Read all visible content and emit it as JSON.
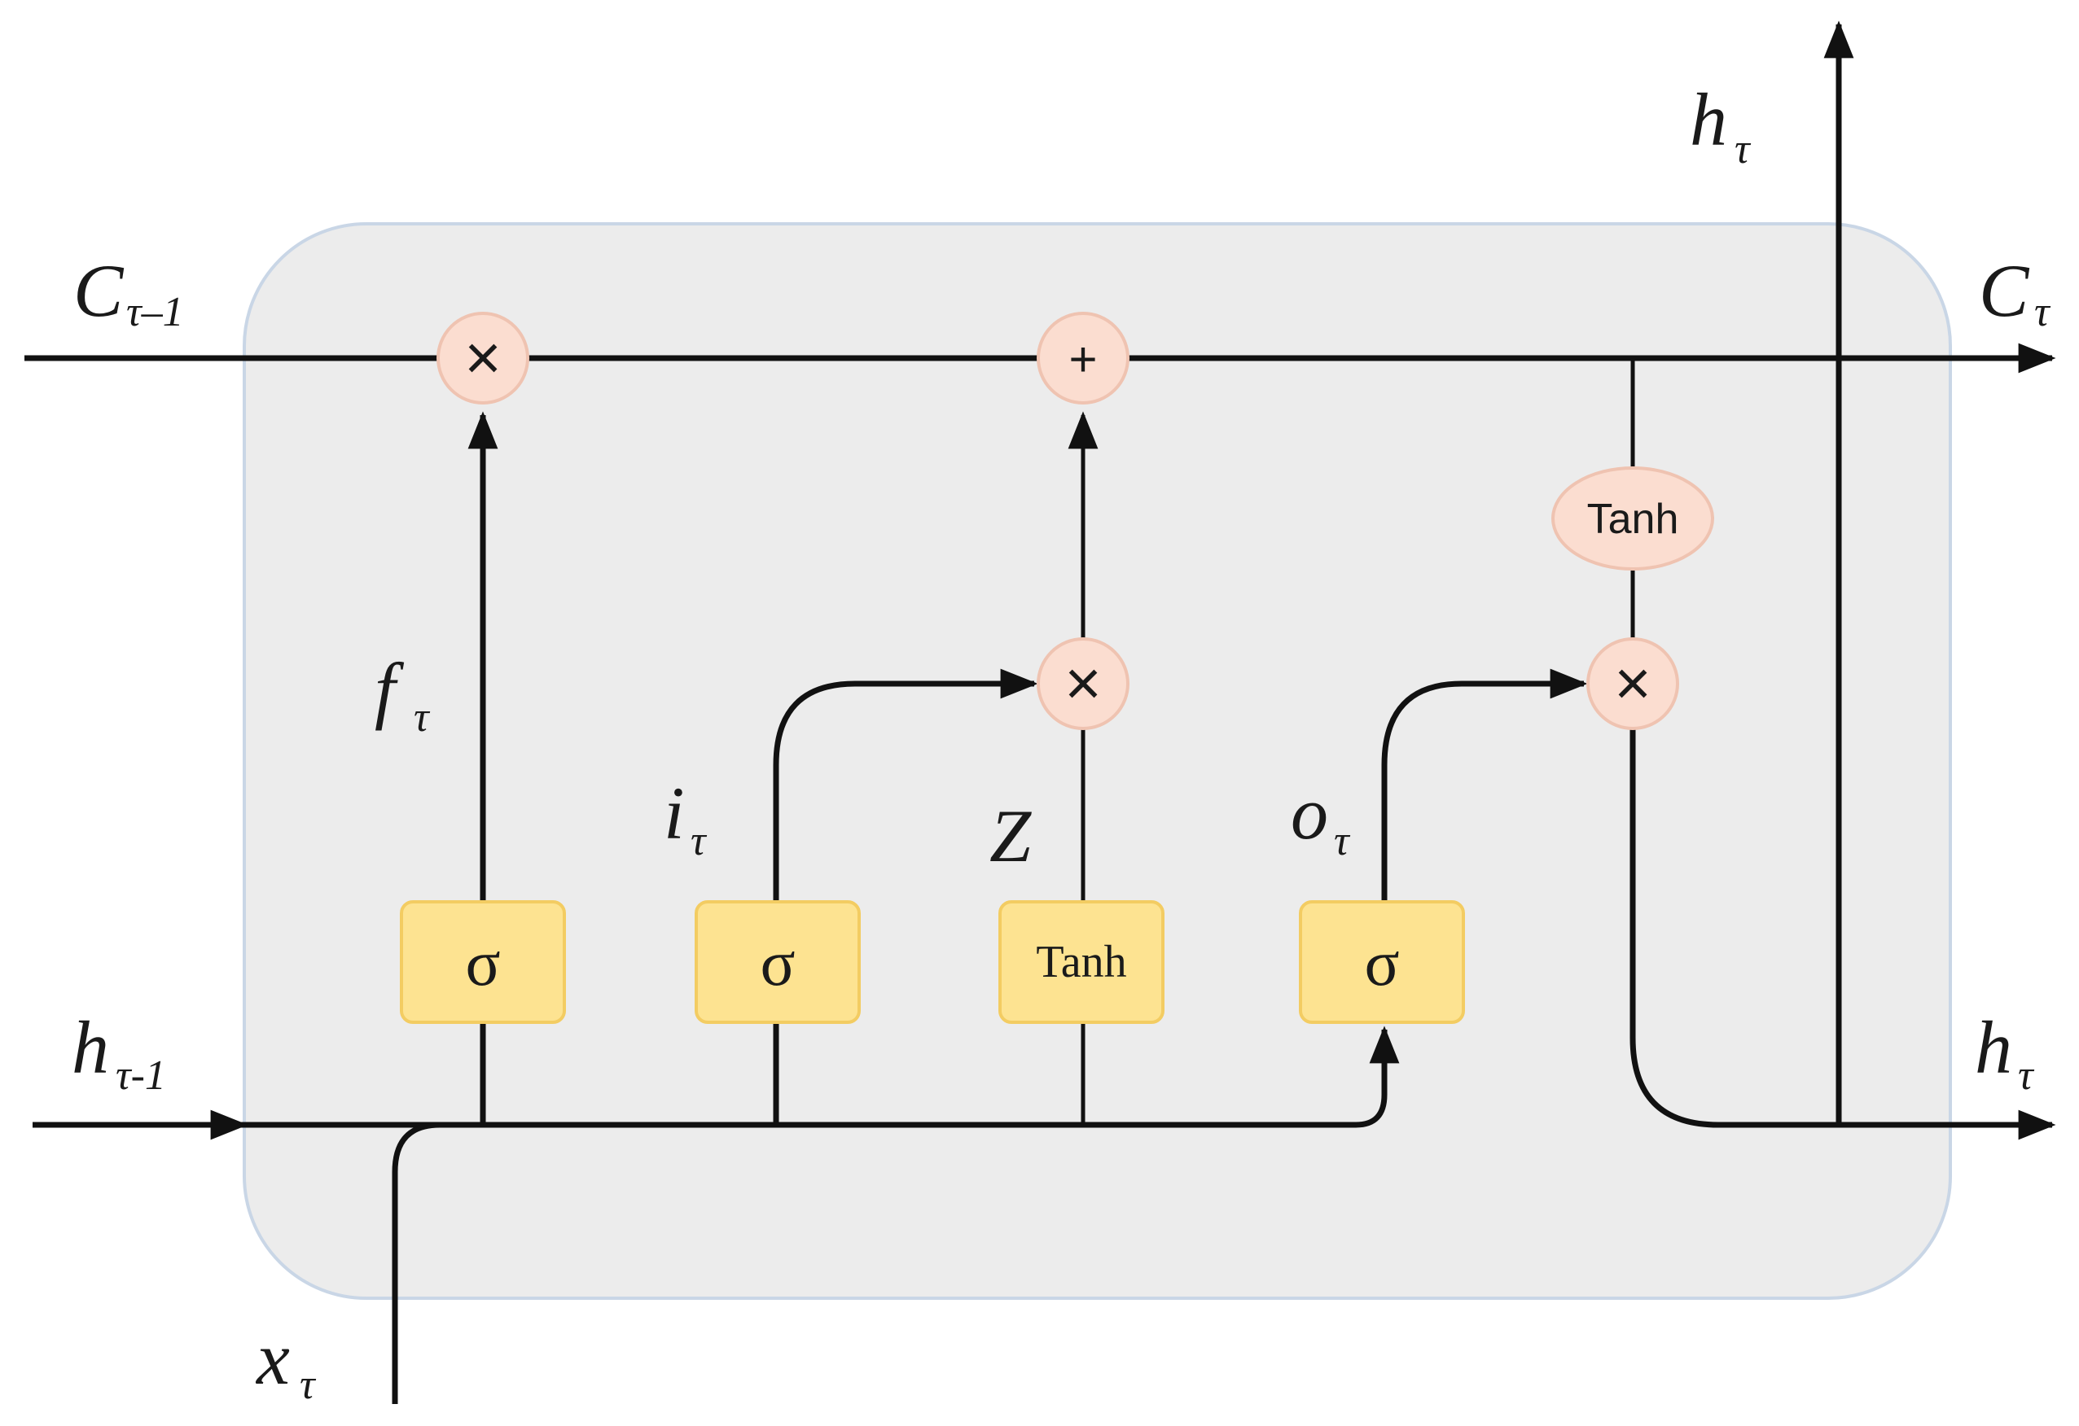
{
  "labels": {
    "c_prev": "C",
    "c_prev_sub": "τ–1",
    "c_next": "C",
    "c_next_sub": "τ",
    "h_prev": "h",
    "h_prev_sub": "τ-1",
    "h_top": "h",
    "h_top_sub": "τ",
    "h_right": "h",
    "h_right_sub": "τ",
    "x_in": "x",
    "x_in_sub": "τ",
    "f_gate": "f",
    "f_gate_sub": "τ",
    "i_gate": "i",
    "i_gate_sub": "τ",
    "z_gate": "Z",
    "o_gate": "o",
    "o_gate_sub": "τ"
  },
  "gates": {
    "forget": "σ",
    "input": "σ",
    "candidate": "Tanh",
    "output": "σ"
  },
  "ops": {
    "forget_mul": "×",
    "cell_add": "+",
    "input_mul": "×",
    "output_mul": "×",
    "cell_tanh": "Tanh"
  },
  "colors": {
    "cell_fill": "#ececec",
    "cell_border": "#c9d6e6",
    "gate_fill": "#fde391",
    "gate_border": "#f3cc62",
    "op_fill": "#fbddd0",
    "op_border": "#efc3b1",
    "line": "#111111"
  }
}
